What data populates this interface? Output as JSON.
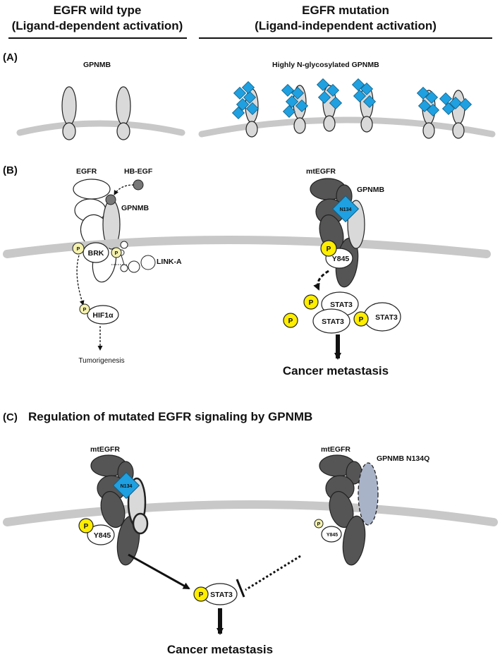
{
  "header": {
    "left_line1": "EGFR wild type",
    "left_line2": "(Ligand-dependent activation)",
    "right_line1": "EGFR mutation",
    "right_line2": "(Ligand-independent activation)"
  },
  "panel_a": {
    "marker": "(A)",
    "left_label": "GPNMB",
    "right_label": "Highly N-glycosylated GPNMB"
  },
  "panel_b": {
    "marker": "(B)",
    "left": {
      "egfr": "EGFR",
      "hb_egf": "HB-EGF",
      "gpnmb": "GPNMB",
      "brk": "BRK",
      "link_a": "LINK-A",
      "hif1a": "HIF1α",
      "tumorigenesis": "Tumorigenesis",
      "phospho": "P"
    },
    "right": {
      "mtegfr": "mtEGFR",
      "gpnmb": "GPNMB",
      "n134": "N134",
      "y845": "Y845",
      "stat3": "STAT3",
      "phospho": "P",
      "outcome": "Cancer metastasis"
    }
  },
  "panel_c": {
    "marker": "(C)",
    "title": "Regulation of mutated EGFR signaling by GPNMB",
    "left": {
      "mtegfr": "mtEGFR",
      "n134": "N134",
      "y845": "Y845",
      "phospho": "P"
    },
    "right": {
      "mtegfr": "mtEGFR",
      "gpnmb_mutant": "GPNMB N134Q",
      "y845": "Y845",
      "phospho": "P"
    },
    "center": {
      "stat3": "STAT3",
      "phospho": "P",
      "outcome": "Cancer metastasis"
    }
  },
  "colors": {
    "membrane": "#c8c8c8",
    "receptor_light": "#d9d9d9",
    "receptor_dark": "#555555",
    "glycan": "#1fa0e0",
    "phospho_yellow": "#ffee00",
    "phospho_pale": "#f5f2b0",
    "mutant_gpnmb": "#a9b3c8"
  }
}
